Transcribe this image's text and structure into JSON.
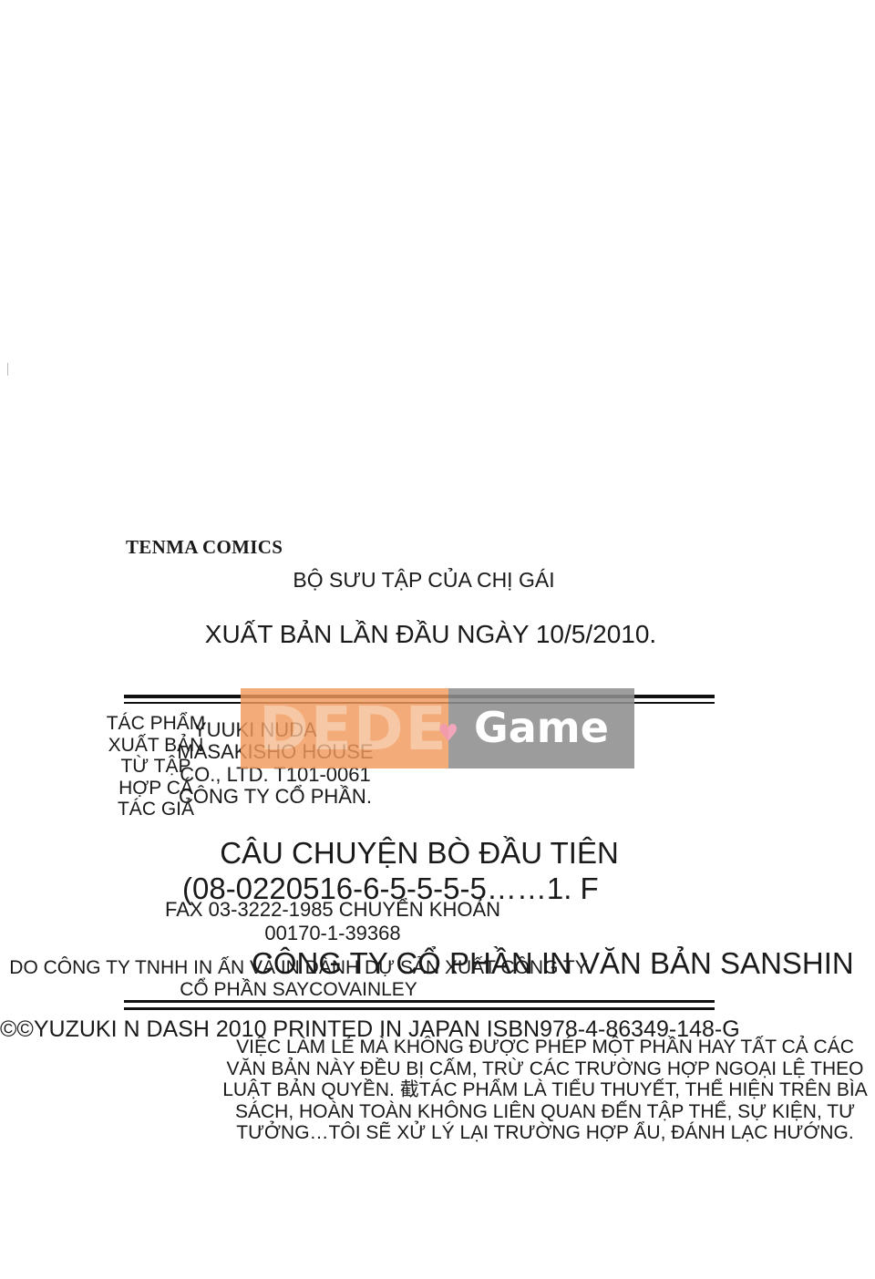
{
  "series": "TENMA COMICS",
  "book_title": "BỘ SƯU TẬP CỦA CHỊ GÁI",
  "first_edition": "XUẤT BẢN LẦN ĐẦU NGÀY 10/5/2010.",
  "labels": [
    "TÁC PHẨM",
    "XUẤT BẢN",
    "TỪ TẬP",
    "HỢP CÁ",
    "TÁC GIẢ"
  ],
  "author": "YUUKI NUDA",
  "publisher": "MASAKISHO HOUSE CO., LTD. T101-0061 CÔNG TY CỔ PHẦN.",
  "big_title": "CÂU CHUYỆN BÒ ĐẦU TIÊN",
  "phone": "(08-0220516-6-5-5-5-5……1. F",
  "fax": "FAX 03-3222-1985 CHUYỂN KHOẢN 00170-1-39368",
  "printer_big": "CÔNG TY CỔ PHẦN IN VĂN BẢN SANSHIN",
  "printer_small": "DO CÔNG TY TNHH IN ẤN VÀ IN DÀNH DỰ SẢN XUẤT CÔNG TY CỔ PHẦN SAYCOVAINLEY",
  "copyright": "©©YUZUKI N DASH 2010 PRINTED IN JAPAN ISBN978-4-86349-148-G",
  "notice": "VIỆC LÀM LẺ MÀ KHÔNG ĐƯỢC PHÉP MỘT PHẦN HAY TẤT CẢ CÁC VĂN BẢN NÀY ĐỀU BỊ CẤM, TRỪ CÁC TRƯỜNG HỢP NGOẠI LỆ THEO LUẬT BẢN QUYỀN. 截TÁC PHẨM LÀ TIỂU THUYẾT, THỂ HIỆN TRÊN BÌA SÁCH, HOÀN TOÀN KHÔNG LIÊN QUAN ĐẾN TẬP THỂ, SỰ KIỆN, TƯ TƯỞNG…TÔI SẼ XỬ LÝ LẠI TRƯỜNG HỢP ẨU, ĐÁNH LẠC HƯỚNG.",
  "watermark": {
    "left_text": "DEDE",
    "right_text": "Game",
    "heart_icon": "heart-icon",
    "left_color": "#f19a5c",
    "right_color": "#8f8f8f"
  }
}
